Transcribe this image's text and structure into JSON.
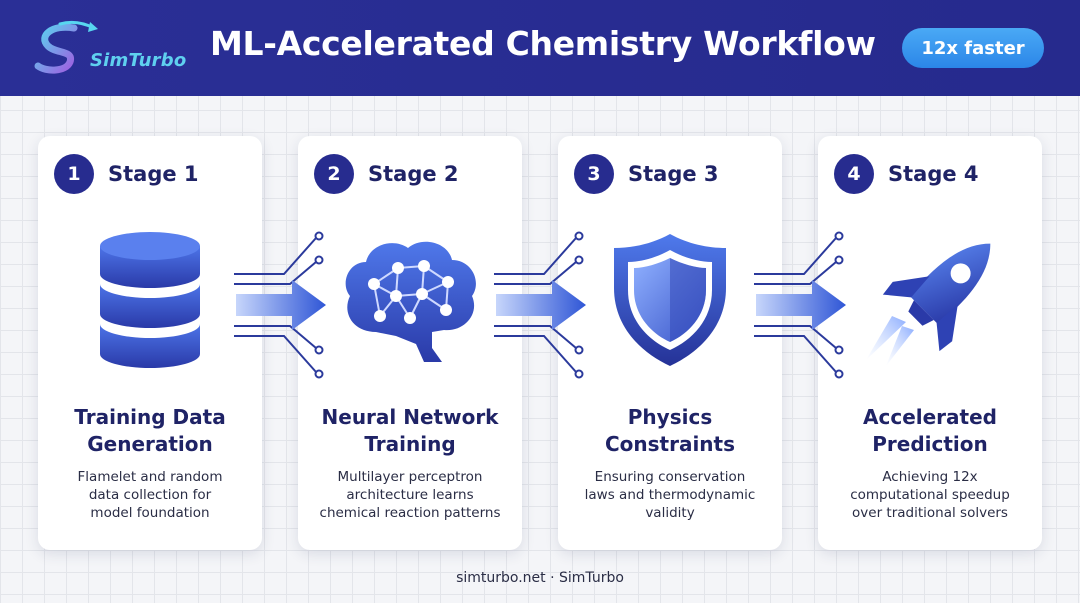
{
  "header": {
    "logo_text": "SimTurbo",
    "title": "ML-Accelerated Chemistry Workflow",
    "badge": "12x faster"
  },
  "stages": [
    {
      "number": "1",
      "label": "Stage 1",
      "title": "Training Data\nGeneration",
      "description": "Flamelet and random\ndata collection for\nmodel foundation",
      "icon": "database-icon"
    },
    {
      "number": "2",
      "label": "Stage 2",
      "title": "Neural Network\nTraining",
      "description": "Multilayer perceptron\narchitecture learns\nchemical reaction patterns",
      "icon": "brain-network-icon"
    },
    {
      "number": "3",
      "label": "Stage 3",
      "title": "Physics\nConstraints",
      "description": "Ensuring conservation\nlaws and thermodynamic\nvalidity",
      "icon": "shield-icon"
    },
    {
      "number": "4",
      "label": "Stage 4",
      "title": "Accelerated\nPrediction",
      "description": "Achieving 12x\ncomputational speedup\nover traditional solvers",
      "icon": "rocket-icon"
    }
  ],
  "footer": "simturbo.net · SimTurbo",
  "colors": {
    "header_bg": "#272c8f",
    "accent": "#2b86e8",
    "navy": "#1f2366",
    "logo_cyan": "#5fd0ef"
  }
}
